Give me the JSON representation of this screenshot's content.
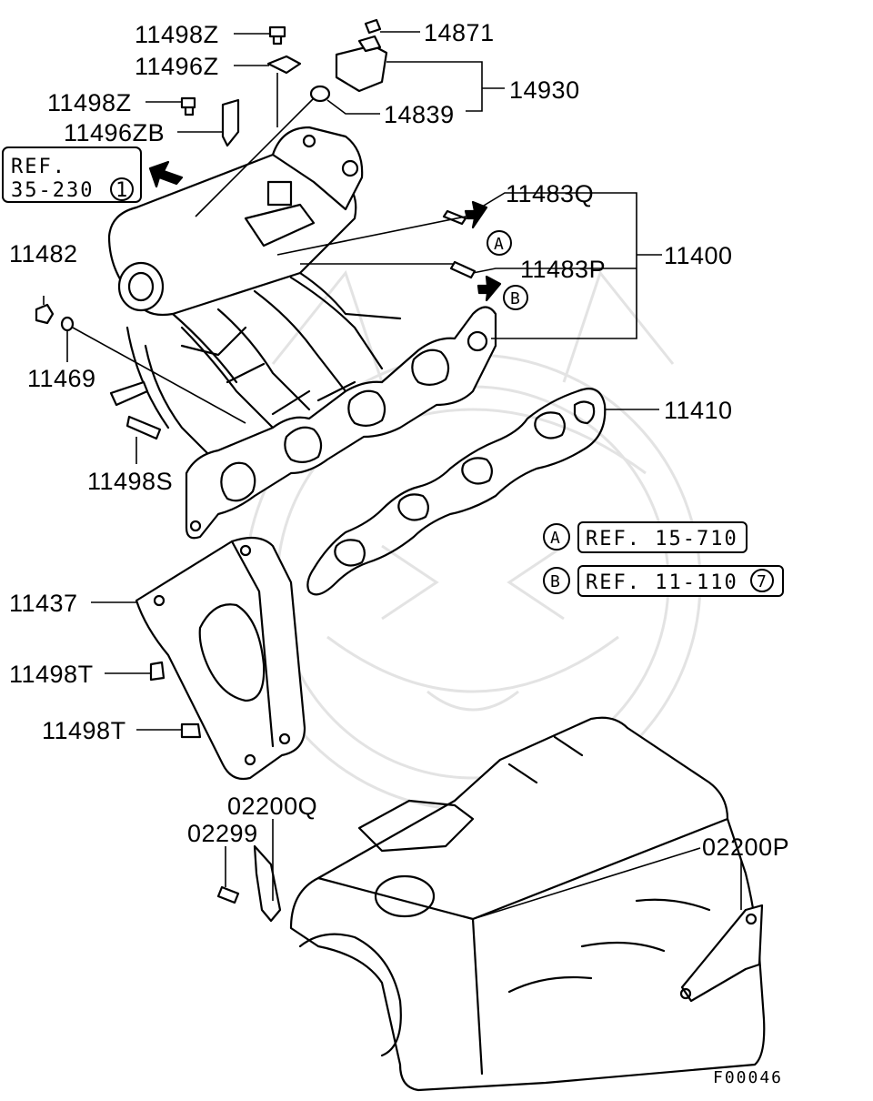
{
  "diagram": {
    "code": "F00046",
    "callouts": [
      {
        "id": "11498Z_a",
        "text": "11498Z"
      },
      {
        "id": "11496Z",
        "text": "11496Z"
      },
      {
        "id": "11498Z_b",
        "text": "11498Z"
      },
      {
        "id": "11496ZB",
        "text": "11496ZB"
      },
      {
        "id": "14871",
        "text": "14871"
      },
      {
        "id": "14930",
        "text": "14930"
      },
      {
        "id": "14839",
        "text": "14839"
      },
      {
        "id": "11483Q",
        "text": "11483Q"
      },
      {
        "id": "11483P",
        "text": "11483P"
      },
      {
        "id": "11400",
        "text": "11400"
      },
      {
        "id": "11482",
        "text": "11482"
      },
      {
        "id": "11469",
        "text": "11469"
      },
      {
        "id": "11410",
        "text": "11410"
      },
      {
        "id": "11498S",
        "text": "11498S"
      },
      {
        "id": "11437",
        "text": "11437"
      },
      {
        "id": "11498T_a",
        "text": "11498T"
      },
      {
        "id": "11498T_b",
        "text": "11498T"
      },
      {
        "id": "02200Q",
        "text": "02200Q"
      },
      {
        "id": "02299",
        "text": "02299"
      },
      {
        "id": "02200P",
        "text": "02200P"
      }
    ],
    "ref_box": {
      "line1": "REF.",
      "line2": "35-230",
      "circle": "1"
    },
    "markers": {
      "a": "A",
      "b": "B"
    },
    "legend": [
      {
        "marker": "A",
        "text": "REF. 15-710",
        "circle": ""
      },
      {
        "marker": "B",
        "text": "REF. 11-110",
        "circle": "7"
      }
    ]
  }
}
